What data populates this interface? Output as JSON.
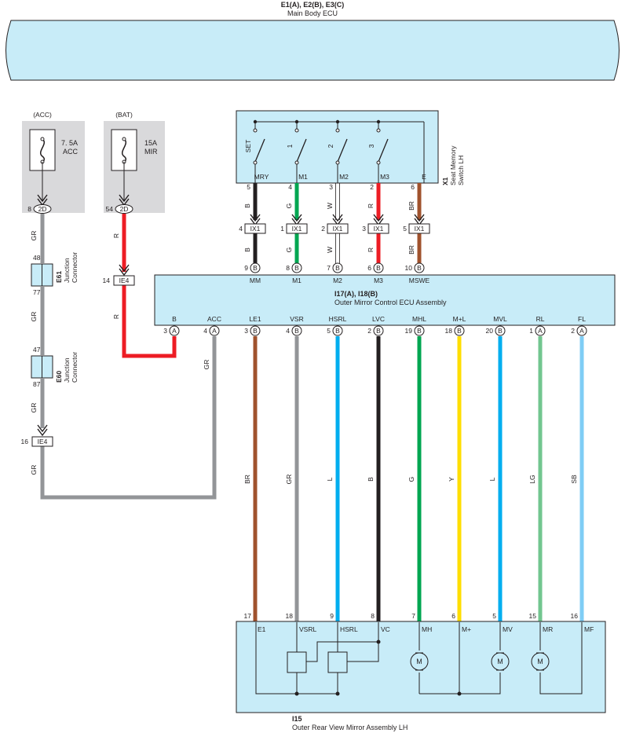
{
  "ecu_top": {
    "title": "E1(A), E2(B), E3(C)",
    "subtitle": "Main Body ECU"
  },
  "fuse_acc": {
    "source": "(ACC)",
    "rating": "7. 5A",
    "name": "ACC",
    "pin": "8",
    "conn": "2D"
  },
  "fuse_bat": {
    "source": "(BAT)",
    "rating": "15A",
    "name": "MIR",
    "pin": "54",
    "conn": "2D"
  },
  "switch": {
    "id": "X1",
    "name_line1": "Seat Memory",
    "name_line2": "Switch LH",
    "positions": [
      "SET",
      "1",
      "2",
      "3"
    ],
    "terminals": [
      {
        "name": "MRY",
        "pin": "5",
        "wire": "B"
      },
      {
        "name": "M1",
        "pin": "4",
        "wire": "G"
      },
      {
        "name": "M2",
        "pin": "3",
        "wire": "W"
      },
      {
        "name": "M3",
        "pin": "2",
        "wire": "R"
      },
      {
        "name": "E",
        "pin": "6",
        "wire": "BR"
      }
    ]
  },
  "junction_ix1": {
    "label": "IX1",
    "pins": [
      "4",
      "1",
      "2",
      "3",
      "5"
    ],
    "wires_below": [
      "B",
      "G",
      "W",
      "R",
      "BR"
    ]
  },
  "ecu_mirror": {
    "title": "I17(A), I18(B)",
    "subtitle": "Outer Mirror Control ECU Assembly",
    "top_terminals": [
      {
        "name": "MM",
        "pin": "9",
        "conn": "B"
      },
      {
        "name": "M1",
        "pin": "8",
        "conn": "B"
      },
      {
        "name": "M2",
        "pin": "7",
        "conn": "B"
      },
      {
        "name": "M3",
        "pin": "6",
        "conn": "B"
      },
      {
        "name": "MSWE",
        "pin": "10",
        "conn": "B"
      }
    ],
    "bottom_terminals": [
      {
        "name": "B",
        "pin": "3",
        "conn": "A"
      },
      {
        "name": "ACC",
        "pin": "4",
        "conn": "A"
      },
      {
        "name": "LE1",
        "pin": "3",
        "conn": "B"
      },
      {
        "name": "VSR",
        "pin": "4",
        "conn": "B"
      },
      {
        "name": "HSRL",
        "pin": "5",
        "conn": "B"
      },
      {
        "name": "LVC",
        "pin": "2",
        "conn": "B"
      },
      {
        "name": "MHL",
        "pin": "19",
        "conn": "B"
      },
      {
        "name": "M+L",
        "pin": "18",
        "conn": "B"
      },
      {
        "name": "MVL",
        "pin": "20",
        "conn": "B"
      },
      {
        "name": "RL",
        "pin": "1",
        "conn": "A"
      },
      {
        "name": "FL",
        "pin": "2",
        "conn": "A"
      }
    ]
  },
  "left_harness": {
    "wire_gr": "GR",
    "e61": {
      "id": "E61",
      "line1": "Junction",
      "line2": "Connector",
      "pin_top": "48",
      "pin_bottom": "77"
    },
    "e60": {
      "id": "E60",
      "line1": "Junction",
      "line2": "Connector",
      "pin_top": "47",
      "pin_bottom": "87"
    },
    "ie4_left": {
      "label": "IE4",
      "pin": "16"
    },
    "ie4_bat": {
      "label": "IE4",
      "pin": "14"
    },
    "wire_r": "R",
    "acc_wire": "GR"
  },
  "mirror_wires": [
    "BR",
    "GR",
    "L",
    "B",
    "G",
    "Y",
    "L",
    "LG",
    "SB"
  ],
  "mirror_assy": {
    "id": "I15",
    "name": "Outer Rear View Mirror Assembly LH",
    "terminals": [
      {
        "name": "E1",
        "pin": "17"
      },
      {
        "name": "VSRL",
        "pin": "18"
      },
      {
        "name": "HSRL",
        "pin": "9"
      },
      {
        "name": "VC",
        "pin": "8"
      },
      {
        "name": "MH",
        "pin": "7"
      },
      {
        "name": "M+",
        "pin": "6"
      },
      {
        "name": "MV",
        "pin": "5"
      },
      {
        "name": "MR",
        "pin": "15"
      },
      {
        "name": "MF",
        "pin": "16"
      }
    ],
    "motor_label": "M"
  },
  "colors": {
    "component_fill": "#c8ecf8",
    "fuse_bg": "#d9d9db",
    "B": "#231f20",
    "G": "#00a651",
    "W": "#ffffff",
    "R": "#ed1c24",
    "BR": "#a0522d",
    "GR": "#939598",
    "L": "#00aeef",
    "Y": "#ffde00",
    "LG": "#72c68f",
    "SB": "#7fcdf5"
  }
}
